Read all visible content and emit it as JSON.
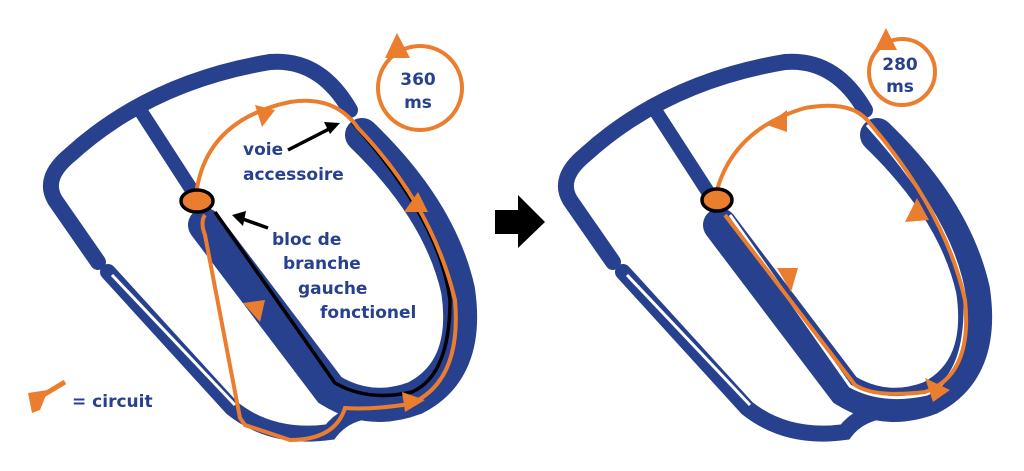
{
  "colors": {
    "wall": "#27418f",
    "circuit": "#eb7d2f",
    "conduction": "#000000"
  },
  "left_panel": {
    "cycle": {
      "value": "360",
      "unit": "ms"
    },
    "labels": {
      "accessory_pathway": [
        "voie",
        "accessoire"
      ],
      "bundle_block": [
        "bloc de",
        "branche",
        "gauche",
        "fonctionel"
      ]
    }
  },
  "right_panel": {
    "cycle": {
      "value": "280",
      "unit": "ms"
    }
  },
  "legend": {
    "icon": "orange-arrow-icon",
    "label": "= circuit"
  },
  "transition_icon": "right-arrow-icon"
}
